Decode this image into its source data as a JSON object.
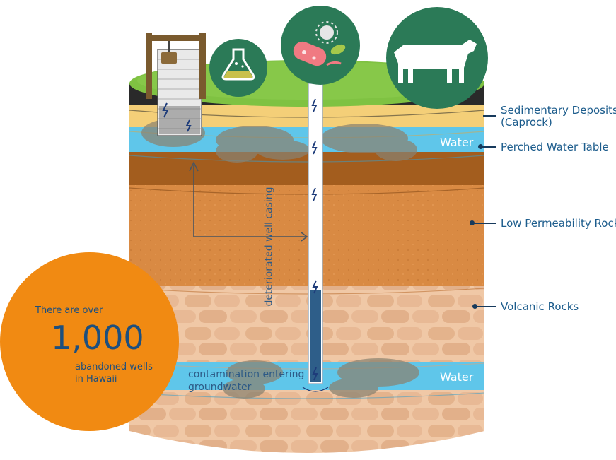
{
  "layers": {
    "sedimentary": "Sedimentary Deposits",
    "sedimentary_sub": "(Caprock)",
    "perched": "Perched Water Table",
    "low_perm": "Low Permeability Rock",
    "volcanic": "Volcanic Rocks"
  },
  "water_upper": "Water",
  "water_lower": "Water",
  "casing_label": "deteriorated well casing",
  "contamination": {
    "line1": "contamination entering",
    "line2": "groundwater"
  },
  "badge": {
    "line1": "There are over",
    "number": "1,000",
    "line2": "abandoned wells",
    "line3": "in Hawaii"
  },
  "icons": [
    "chemical-flask-icon",
    "bacteria-virus-icon",
    "cow-icon",
    "old-well-icon"
  ],
  "colors": {
    "grass": "#7fc242",
    "topsoil": "#2a2a2a",
    "caprock": "#f4cf78",
    "water": "#5fc6ea",
    "brown": "#a35d1e",
    "low_perm": "#d98a43",
    "volcanic": "#edc3a0",
    "icon_bg": "#2b7a57",
    "badge": "#f18a12",
    "label_text": "#1c5c8c"
  }
}
